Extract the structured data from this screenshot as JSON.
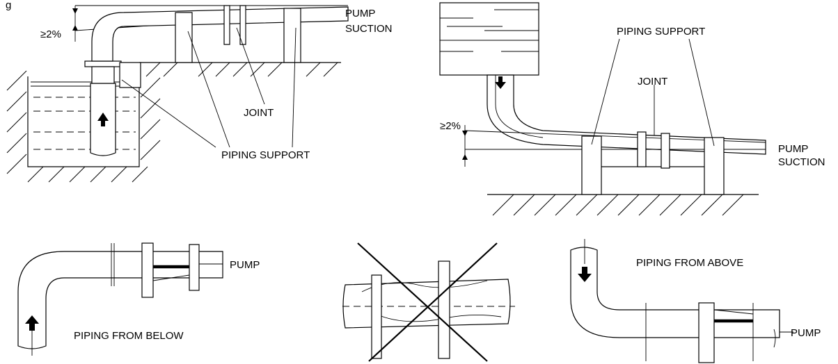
{
  "header_text": "g",
  "panel_top_left": {
    "slope": "≥2%",
    "pump_suction_line1": "PUMP",
    "pump_suction_line2": "SUCTION",
    "joint": "JOINT",
    "piping_support": "PIPING SUPPORT"
  },
  "panel_top_right": {
    "slope": "≥2%",
    "piping_support": "PIPING SUPPORT",
    "joint": "JOINT",
    "pump_suction_line1": "PUMP",
    "pump_suction_line2": "SUCTION"
  },
  "panel_bottom_left": {
    "pump": "PUMP",
    "caption": "PIPING FROM BELOW"
  },
  "panel_bottom_right": {
    "caption": "PIPING FROM ABOVE",
    "pump": "PUMP"
  }
}
